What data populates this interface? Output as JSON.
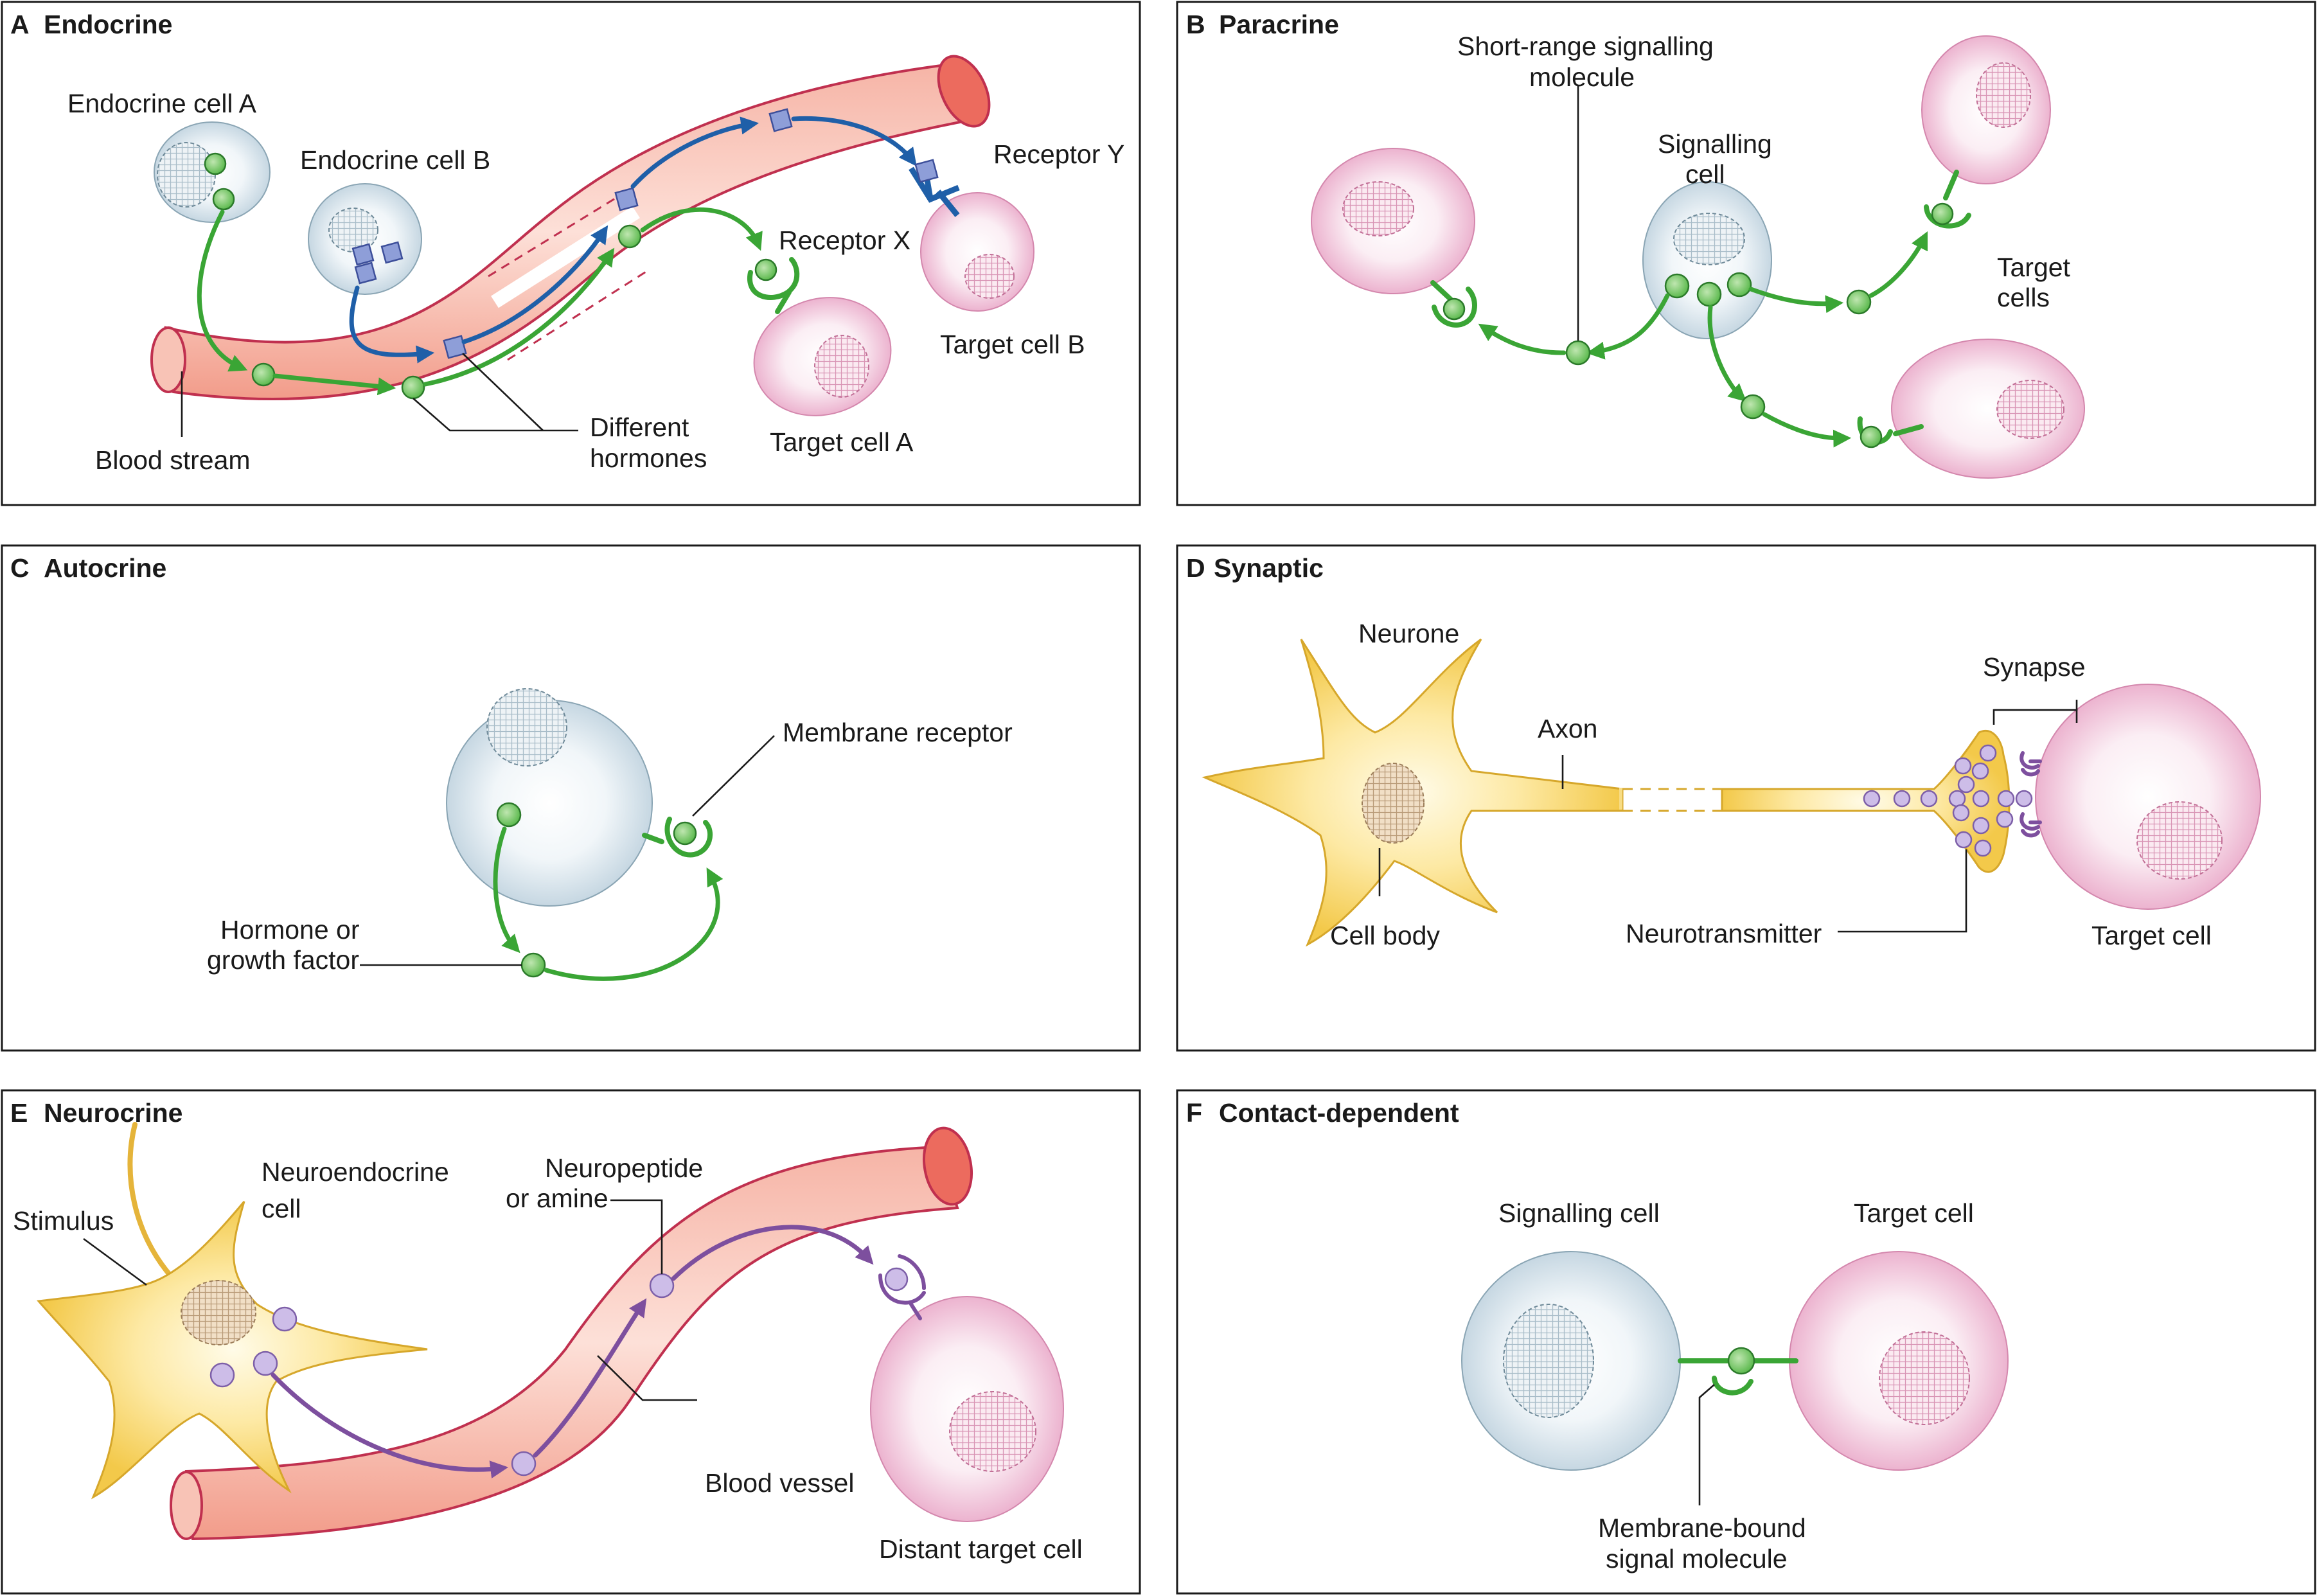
{
  "panels": {
    "a": {
      "letter": "A",
      "title": "Endocrine",
      "endocrine_cell_a": "Endocrine cell A",
      "endocrine_cell_b": "Endocrine cell B",
      "receptor_y": "Receptor Y",
      "receptor_x": "Receptor X",
      "target_cell_b": "Target cell B",
      "target_cell_a": "Target cell A",
      "blood_stream": "Blood stream",
      "different_hormones_1": "Different",
      "different_hormones_2": "hormones"
    },
    "b": {
      "letter": "B",
      "title": "Paracrine",
      "short_range_1": "Short-range signalling",
      "short_range_2": "molecule",
      "signalling_cell_1": "Signalling",
      "signalling_cell_2": "cell",
      "target_cells_1": "Target",
      "target_cells_2": "cells"
    },
    "c": {
      "letter": "C",
      "title": "Autocrine",
      "membrane_receptor": "Membrane receptor",
      "hormone_1": "Hormone or",
      "hormone_2": "growth factor"
    },
    "d": {
      "letter": "D",
      "title": "Synaptic",
      "neurone": "Neurone",
      "axon": "Axon",
      "synapse": "Synapse",
      "cell_body": "Cell body",
      "neurotransmitter": "Neurotransmitter",
      "target_cell": "Target cell"
    },
    "e": {
      "letter": "E",
      "title": "Neurocrine",
      "neuroendocrine_1": "Neuroendocrine",
      "neuroendocrine_2": "cell",
      "stimulus": "Stimulus",
      "neuropeptide_1": "Neuropeptide",
      "neuropeptide_2": "or amine",
      "blood_vessel": "Blood vessel",
      "distant_target": "Distant target cell"
    },
    "f": {
      "letter": "F",
      "title": "Contact-dependent",
      "signalling_cell": "Signalling cell",
      "target_cell": "Target cell",
      "membrane_bound_1": "Membrane-bound",
      "membrane_bound_2": "signal molecule"
    }
  },
  "colors": {
    "hormone_green": "#3aa535",
    "hormone_blue": "#1f5fa8",
    "neuro_purple": "#7d4f9e",
    "vessel_pink": "#f4a18e",
    "neuron_yellow": "#f7d45a",
    "cell_blue": "#cfdde6",
    "target_pink": "#f0bdd5"
  }
}
